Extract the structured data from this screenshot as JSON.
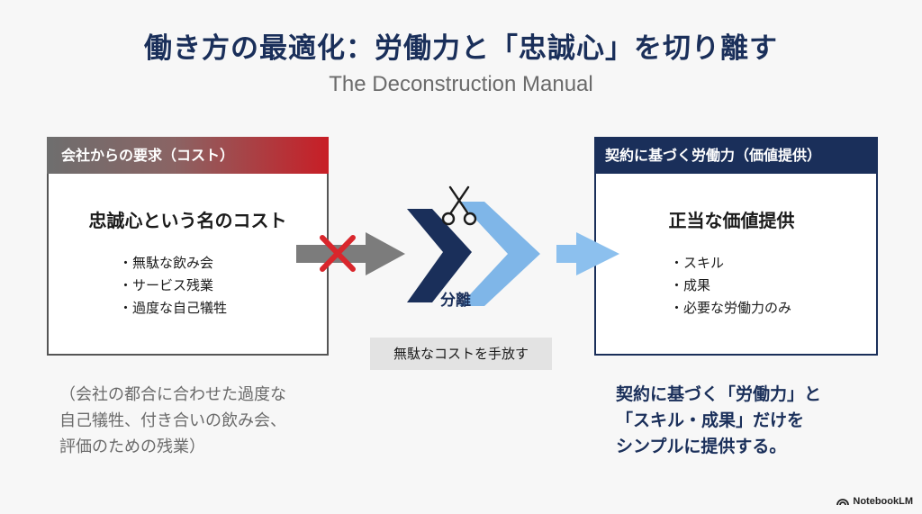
{
  "title": "働き方の最適化：労働力と「忠誠心」を切り離す",
  "subtitle": "The Deconstruction Manual",
  "left_panel": {
    "header": "会社からの要求（コスト）",
    "heading": "忠誠心という名のコスト",
    "items": [
      "無駄な飲み会",
      "サービス残業",
      "過度な自己犠牲"
    ]
  },
  "right_panel": {
    "header": "契約に基づく労働力（価値提供）",
    "heading": "正当な価値提供",
    "items": [
      "スキル",
      "成果",
      "必要な労働力のみ"
    ]
  },
  "center": {
    "separate_label": "分離",
    "tag": "無駄なコストを手放す",
    "icons": [
      "cross-icon",
      "scissors-icon"
    ]
  },
  "captions": {
    "left": [
      "（会社の都合に合わせた過度な",
      "自己犠牲、付き合いの飲み会、",
      "評価のための残業）"
    ],
    "right": [
      "契約に基づく「労働力」と",
      "「スキル・成果」だけを",
      "シンプルに提供する。"
    ]
  },
  "brand": "NotebookLM",
  "colors": {
    "navy": "#1a2f5a",
    "red": "#c81e26",
    "light_blue": "#7fb6e8",
    "gray": "#6b6b6b"
  }
}
